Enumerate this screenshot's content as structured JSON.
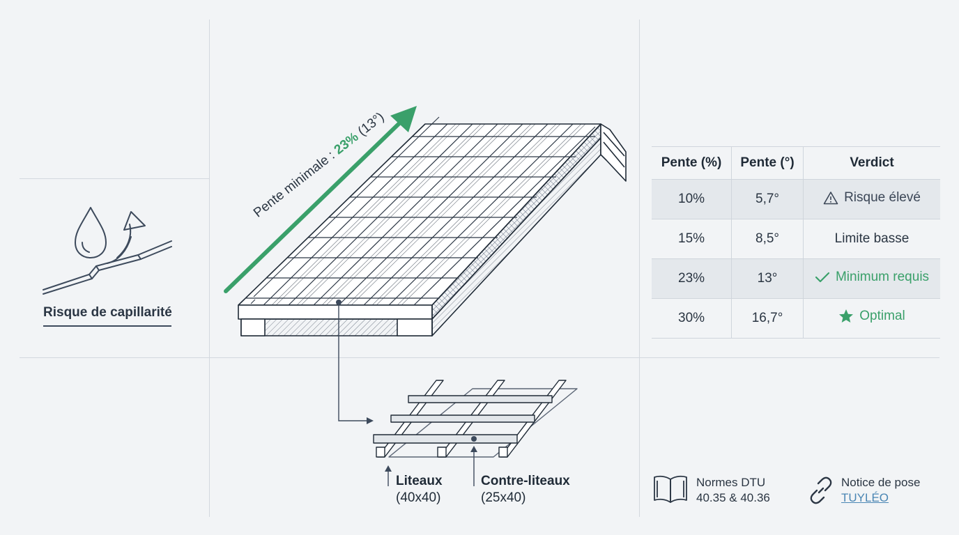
{
  "capillarity": {
    "title": "Risque de capillarité"
  },
  "slope": {
    "prefix": "Pente minimale : ",
    "value": "23%",
    "suffix": " (13°)"
  },
  "table": {
    "headers": [
      "Pente (%)",
      "Pente (°)",
      "Verdict"
    ],
    "rows": [
      {
        "percent": "10%",
        "degrees": "5,7°",
        "verdict": "Risque élevé",
        "icon": "warning-icon"
      },
      {
        "percent": "15%",
        "degrees": "8,5°",
        "verdict": "Limite basse",
        "icon": ""
      },
      {
        "percent": "23%",
        "degrees": "13°",
        "verdict": "Minimum requis",
        "icon": "check-icon"
      },
      {
        "percent": "30%",
        "degrees": "16,7°",
        "verdict": "Optimal",
        "icon": "star-icon"
      }
    ]
  },
  "battens": {
    "title": "Liteaux",
    "size": "(40x40)"
  },
  "counter_battens": {
    "title": "Contre-liteaux",
    "size": "(25x40)"
  },
  "norms": {
    "line1": "Normes DTU",
    "line2": "40.35 & 40.36",
    "icon": "book-icon"
  },
  "notice": {
    "line1": "Notice de pose",
    "link": "TUYLÉO",
    "icon": "link-icon"
  },
  "colors": {
    "accent": "#3aa06a",
    "ink": "#2b3644",
    "link": "#4a86b4"
  }
}
